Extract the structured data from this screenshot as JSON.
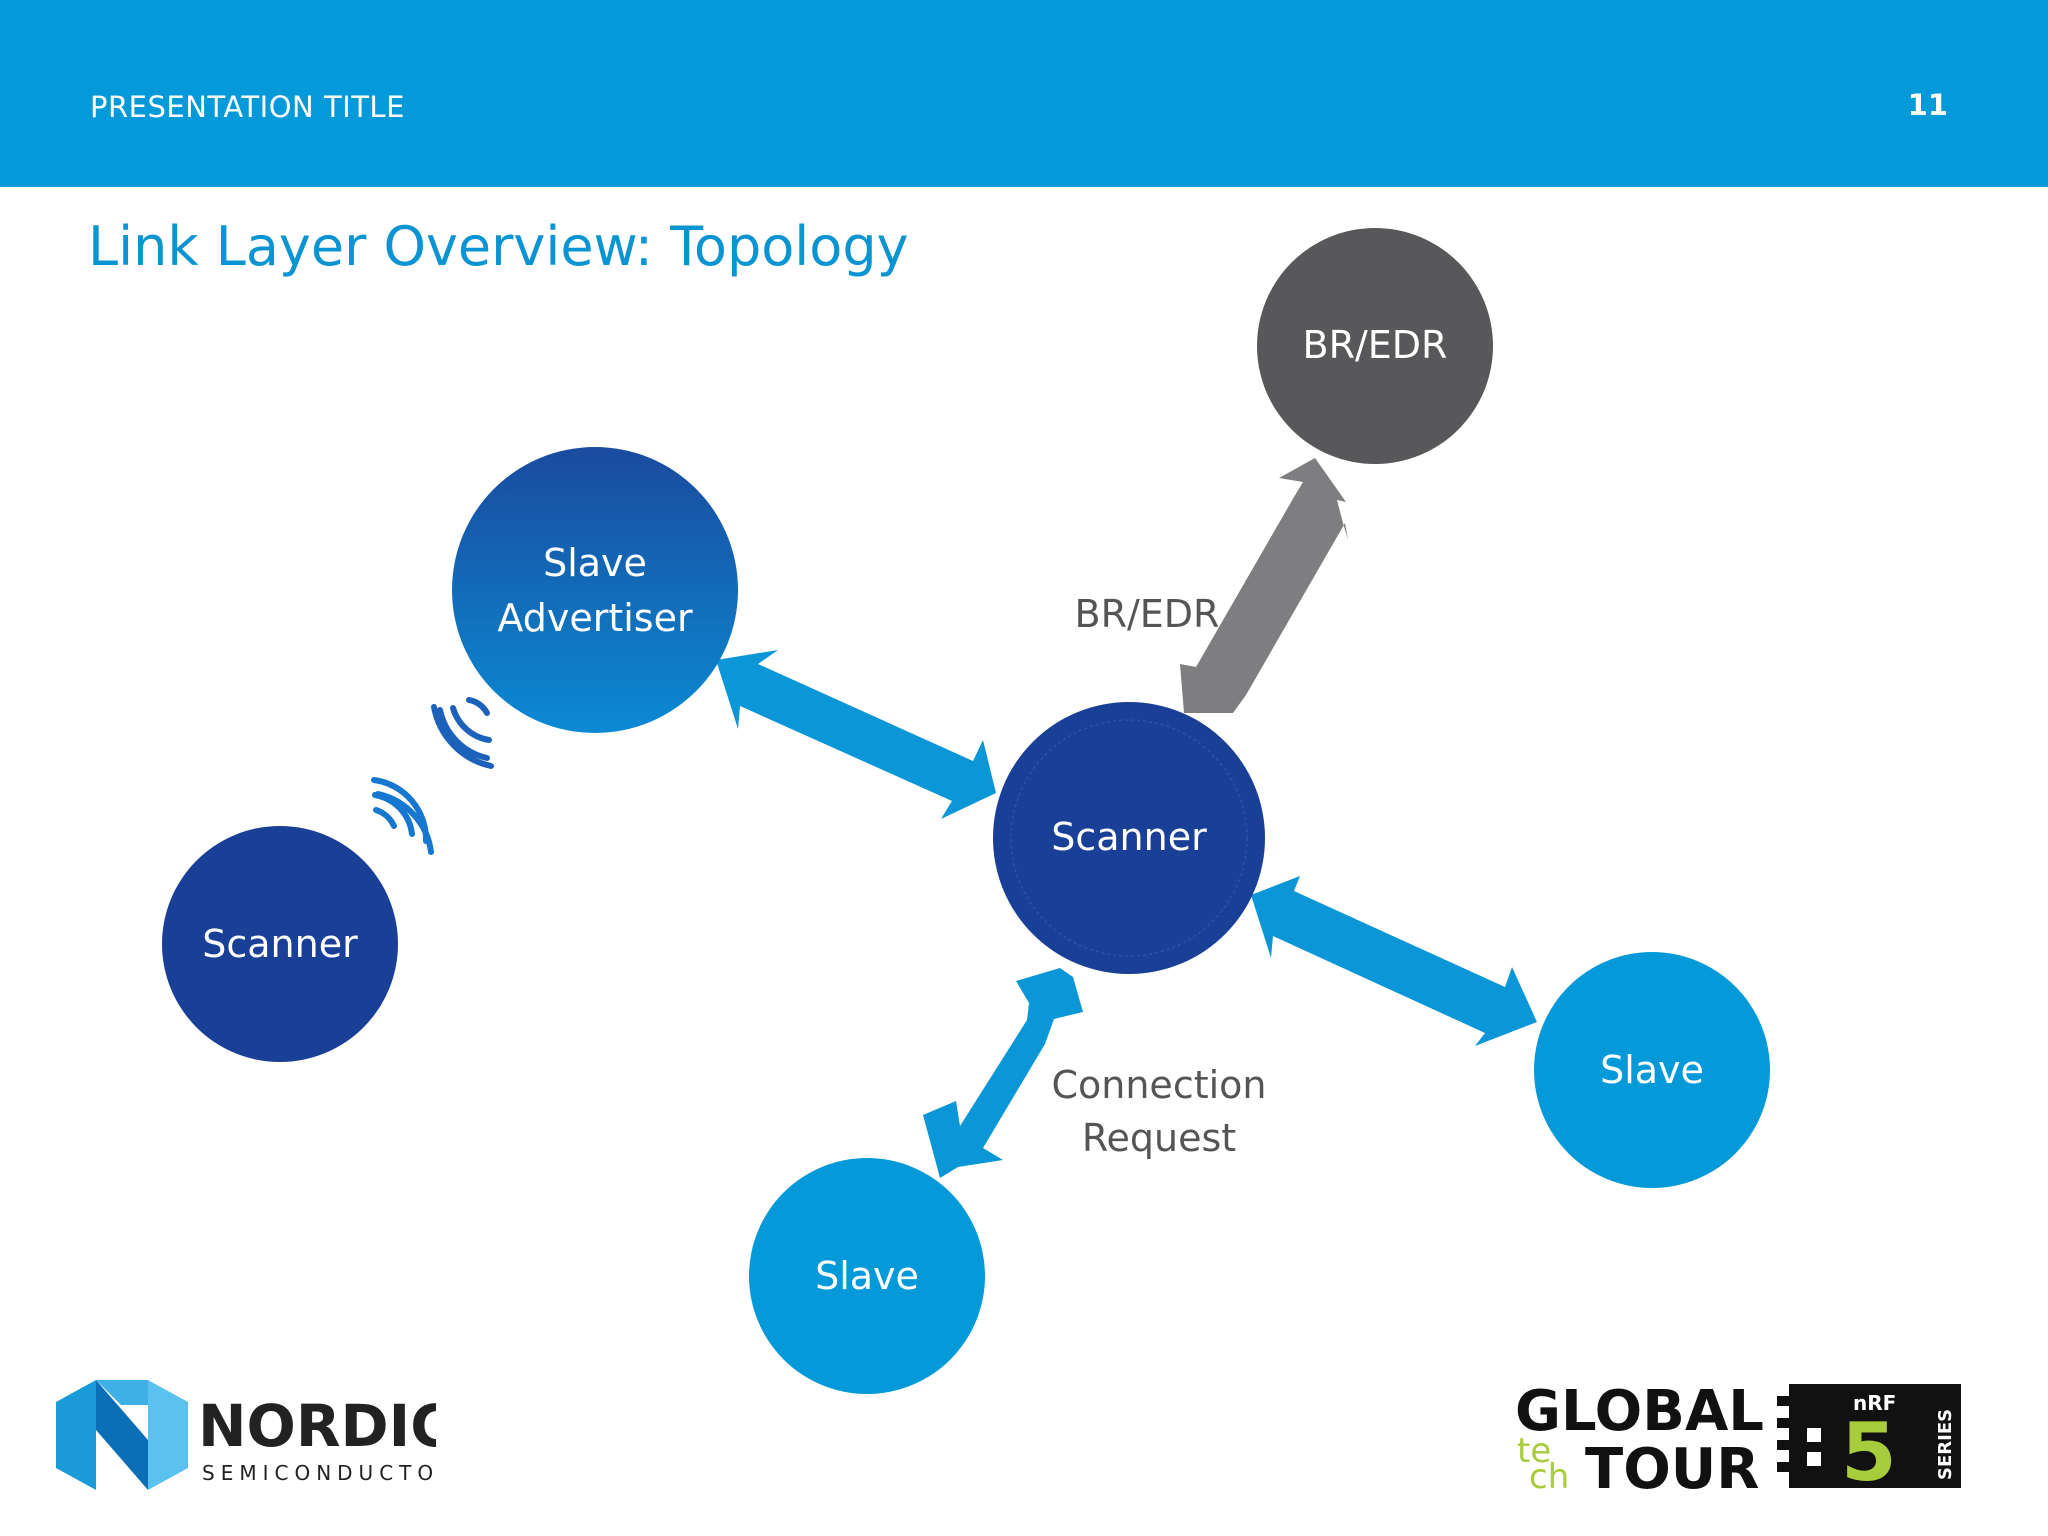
{
  "header": {
    "title": "PRESENTATION TITLE",
    "slide_number": "11"
  },
  "slide": {
    "title": "Link Layer Overview: Topology"
  },
  "colors": {
    "header_blue": "#049ad9",
    "dark_navy": "#1a3f97",
    "mid_blue": "#0e78c7",
    "light_blue": "#049ad9",
    "gray": "#58585a",
    "arrow_blue": "#0b96d8",
    "arrow_gray": "#7e7e80",
    "label_gray": "#555555"
  },
  "nodes": [
    {
      "id": "br-edr",
      "label": "BR/EDR",
      "style": "gray"
    },
    {
      "id": "slave-advertiser",
      "label_line1": "Slave",
      "label_line2": "Advertiser",
      "style": "mid_blue"
    },
    {
      "id": "scanner-center",
      "label": "Scanner",
      "style": "dark_navy"
    },
    {
      "id": "scanner-left",
      "label": "Scanner",
      "style": "dark_navy"
    },
    {
      "id": "slave-right",
      "label": "Slave",
      "style": "light_blue"
    },
    {
      "id": "slave-bottom",
      "label": "Slave",
      "style": "light_blue"
    }
  ],
  "edges": [
    {
      "from": "scanner-center",
      "to": "br-edr",
      "label": "BR/EDR",
      "style": "gray"
    },
    {
      "from": "scanner-center",
      "to": "slave-advertiser",
      "label": "",
      "style": "blue"
    },
    {
      "from": "scanner-center",
      "to": "slave-right",
      "label": "",
      "style": "blue"
    },
    {
      "from": "scanner-center",
      "to": "slave-bottom",
      "label_line1": "Connection",
      "label_line2": "Request",
      "style": "blue"
    }
  ],
  "wireless_link": {
    "from": "scanner-left",
    "to": "slave-advertiser",
    "icon": "wifi-signal-icon"
  },
  "logos": {
    "nordic_name": "NORDIC",
    "nordic_sub": "SEMICONDUCTOR",
    "tour_word1": "GLOBAL",
    "tour_word2a": "te",
    "tour_word2b": "ch",
    "tour_word3": "TOUR",
    "series_nrf": "nRF",
    "series_num": "5",
    "series_word": "SERIES"
  }
}
